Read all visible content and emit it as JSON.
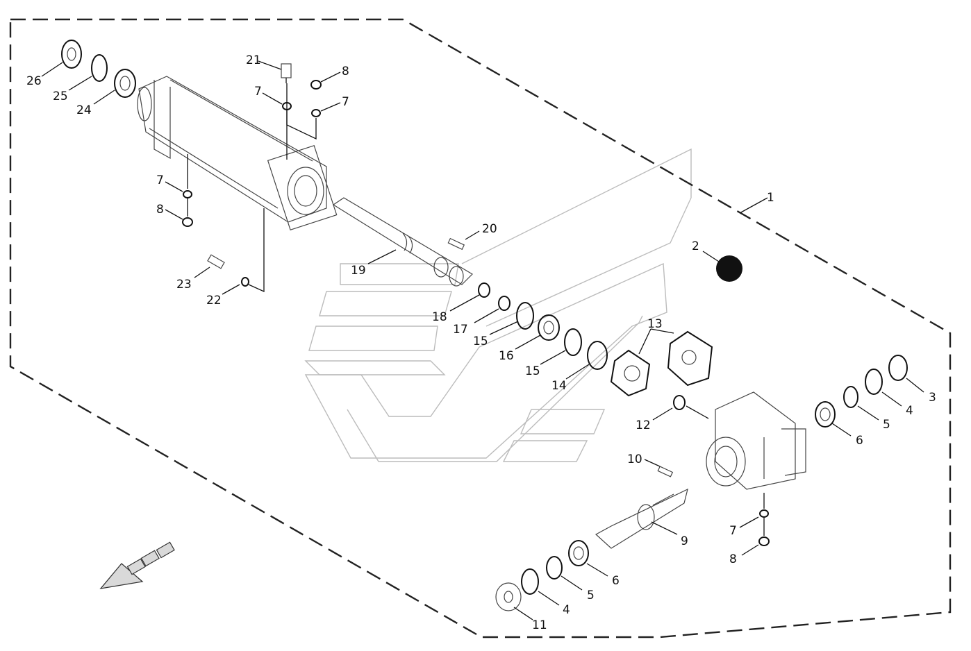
{
  "figure": {
    "kind": "exploded-parts-diagram",
    "callouts": [
      "1",
      "2",
      "3",
      "4",
      "4",
      "5",
      "5",
      "6",
      "6",
      "7",
      "7",
      "7",
      "7",
      "8",
      "8",
      "8",
      "9",
      "10",
      "11",
      "12",
      "13",
      "14",
      "15",
      "15",
      "16",
      "17",
      "18",
      "19",
      "20",
      "21",
      "22",
      "23",
      "24",
      "25",
      "26"
    ],
    "colors": {
      "line": "#111111",
      "part_stroke": "#444444",
      "watermark": "#bcbcbc",
      "background": "#ffffff"
    },
    "icons": [
      "direction-arrow-icon",
      "filled-circle-icon"
    ]
  }
}
